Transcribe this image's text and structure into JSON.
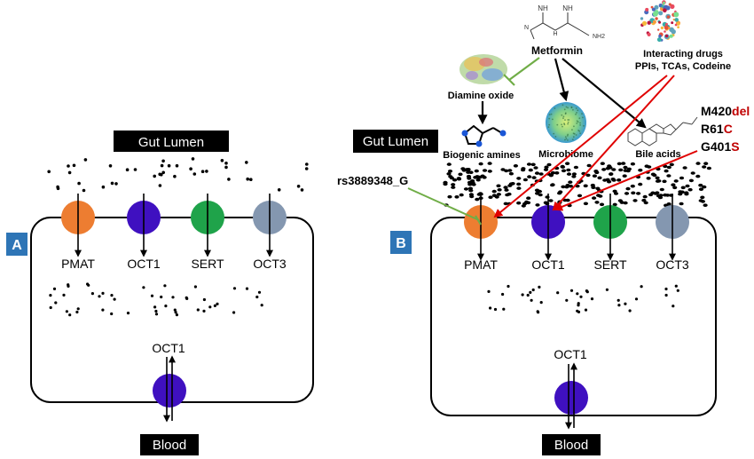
{
  "panel_a": {
    "badge": "A",
    "gut_lumen": "Gut Lumen",
    "blood": "Blood",
    "transporters": [
      {
        "label": "PMAT",
        "color": "#ED7D31"
      },
      {
        "label": "OCT1",
        "color": "#3F10C0"
      },
      {
        "label": "SERT",
        "color": "#1FA34A"
      },
      {
        "label": "OCT3",
        "color": "#8497B0"
      }
    ],
    "basolateral_label": "OCT1"
  },
  "panel_b": {
    "badge": "B",
    "gut_lumen": "Gut Lumen",
    "blood": "Blood",
    "transporters": [
      {
        "label": "PMAT",
        "color": "#ED7D31"
      },
      {
        "label": "OCT1",
        "color": "#3F10C0"
      },
      {
        "label": "SERT",
        "color": "#1FA34A"
      },
      {
        "label": "OCT3",
        "color": "#8497B0"
      }
    ],
    "basolateral_label": "OCT1",
    "metformin": "Metformin",
    "diamine_oxide": "Diamine oxide",
    "biogenic_amines": "Biogenic amines",
    "microbiome": "Microbiome",
    "bile_acids": "Bile acids",
    "interacting_drugs_line1": "Interacting drugs",
    "interacting_drugs_line2": "PPIs, TCAs, Codeine",
    "snp_label": "rs3889348_G",
    "variants": [
      {
        "prefix": "M420",
        "suffix": "del"
      },
      {
        "prefix": "R61",
        "suffix": "C"
      },
      {
        "prefix": "G401",
        "suffix": "S"
      }
    ]
  },
  "colors": {
    "badge_blue": "#2E75B6",
    "inhibit_green": "#70AD47",
    "variant_red": "#E00000",
    "variant_dark_red": "#C00000"
  }
}
